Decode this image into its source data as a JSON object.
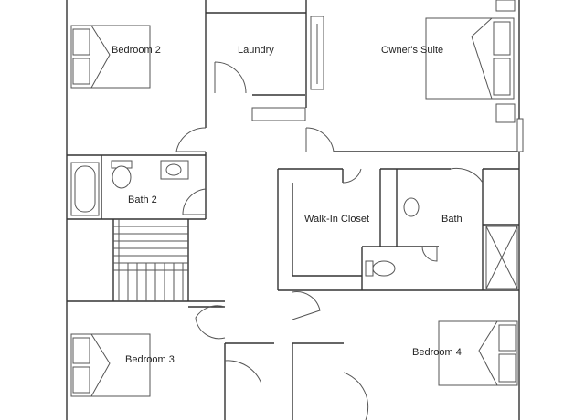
{
  "rooms": {
    "bedroom_2": "Bedroom 2",
    "laundry": "Laundry",
    "owners_suite": "Owner's Suite",
    "bath_2": "Bath 2",
    "walk_in_closet": "Walk-In Closet",
    "bath": "Bath",
    "bedroom_3": "Bedroom 3",
    "bedroom_4": "Bedroom 4"
  },
  "colors": {
    "line": "#333333",
    "background": "#ffffff"
  }
}
